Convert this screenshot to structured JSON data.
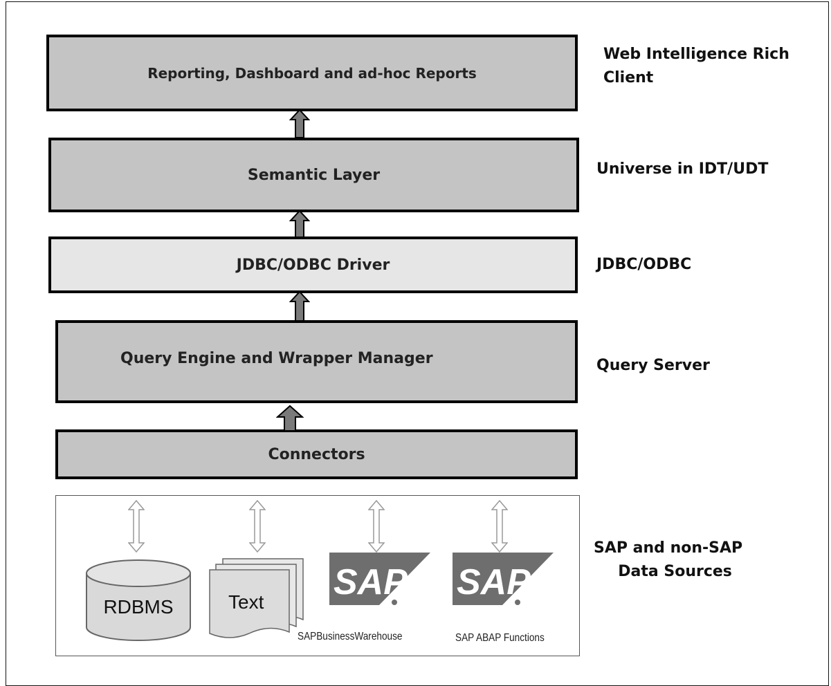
{
  "layers": {
    "reporting": "Reporting, Dashboard and ad-hoc Reports",
    "semantic": "Semantic Layer",
    "driver": "JDBC/ODBC Driver",
    "query_engine": "Query Engine and Wrapper Manager",
    "connectors": "Connectors"
  },
  "side_labels": {
    "webi_line1": "Web Intelligence Rich",
    "webi_line2": "Client",
    "universe": "Universe in IDT/UDT",
    "jdbc": "JDBC/ODBC",
    "query_server": "Query Server",
    "sources_line1": "SAP and non-SAP",
    "sources_line2": "Data Sources"
  },
  "data_sources": {
    "rdbms": "RDBMS",
    "text": "Text",
    "sap_logo": "SAP",
    "sap_bw_caption": "SAPBusinessWarehouse",
    "sap_abap_caption": "SAP ABAP Functions"
  },
  "colors": {
    "layer_dark": "#c4c4c4",
    "layer_light": "#e6e6e6",
    "arrow_fill": "#7a7a7a",
    "source_shape": "#d9d9d9"
  }
}
